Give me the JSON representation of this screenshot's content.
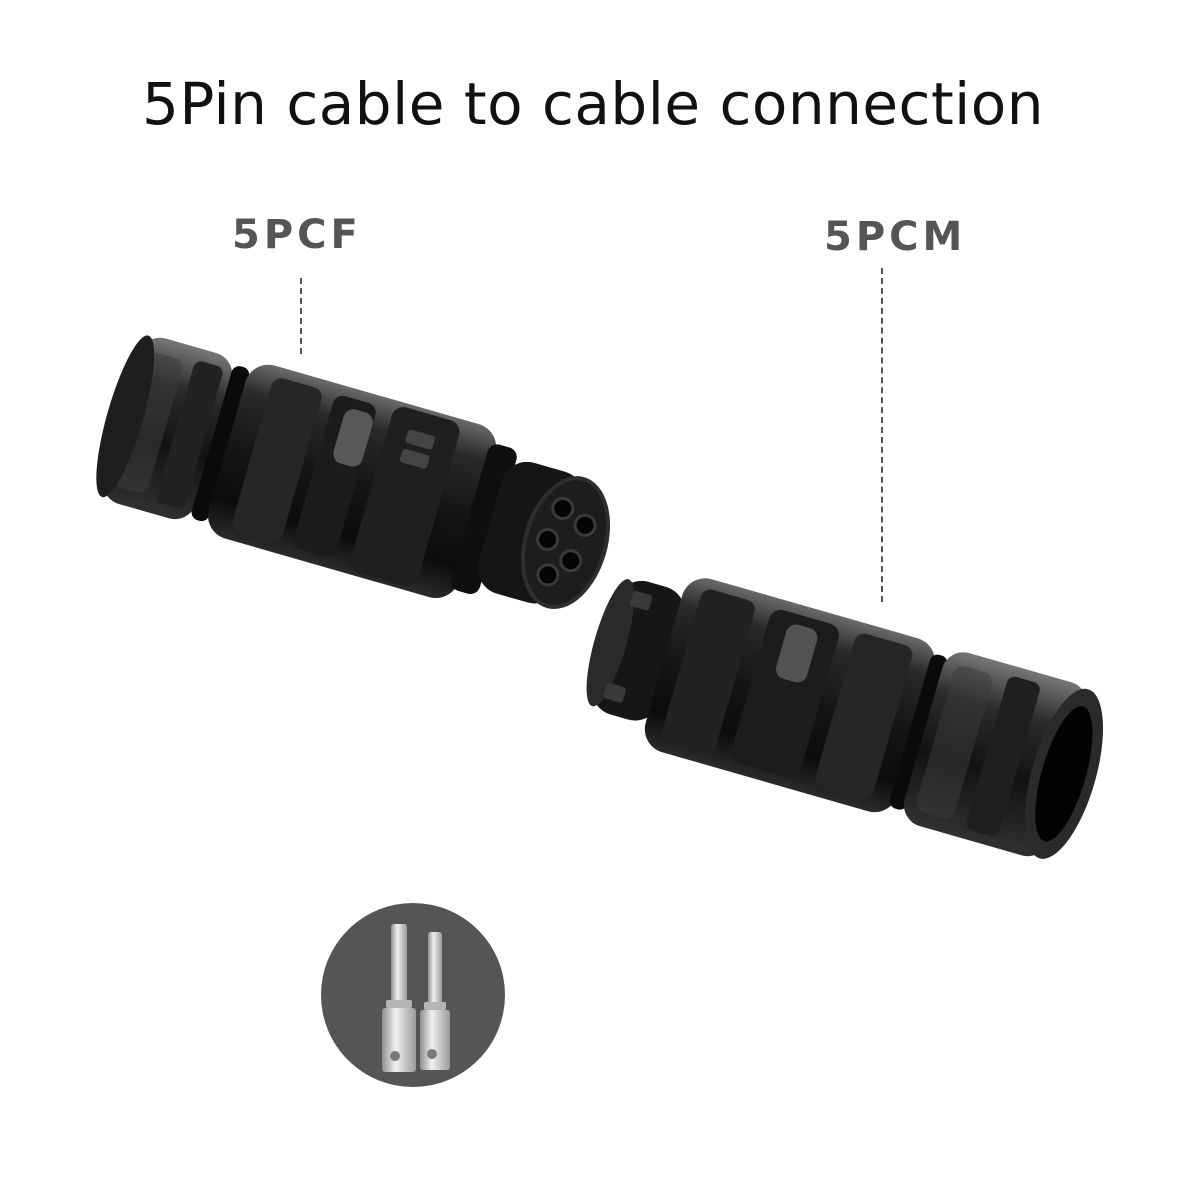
{
  "title": "5Pin cable to cable connection",
  "labels": {
    "female": "5PCF",
    "male": "5PCM"
  },
  "colors": {
    "text": "#111111",
    "label": "#555555",
    "connector_body": "#1a1a1a",
    "inset_background": "#555555",
    "pin_metal": "#c8c8c8"
  }
}
